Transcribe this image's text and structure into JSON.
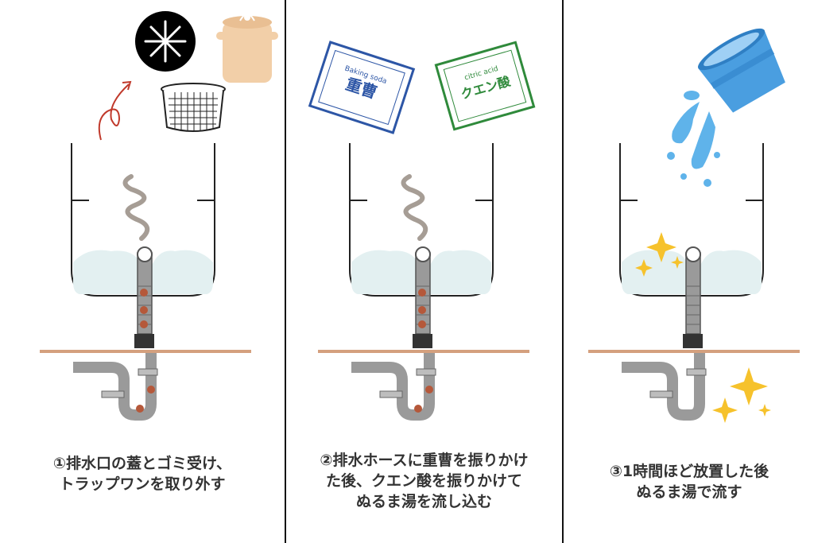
{
  "panels": [
    {
      "caption_lines": [
        "①排水口の蓋とゴミ受け、",
        "トラップワンを取り外す"
      ]
    },
    {
      "caption_lines": [
        "②排水ホースに重曹を振りかけ",
        "た後、クエン酸を振りかけて",
        "ぬるま湯を流し込む"
      ],
      "bag_labels": {
        "baking_soda": "重曹",
        "baking_soda_en": "Baking soda",
        "citric_acid": "クエン酸",
        "citric_acid_en": "citric acid"
      }
    },
    {
      "caption_lines": [
        "③1時間ほど放置した後",
        "ぬるま湯で流す"
      ]
    }
  ],
  "colors": {
    "divider": "#111111",
    "floor": "#d4a07e",
    "pipe": "#9a9a9a",
    "grime": "#b5583a",
    "water": "#e3f0f1",
    "smoke": "#a69d95",
    "lid": "#000000",
    "pot": "#f2cfa8",
    "arrow": "#c0392b",
    "bag_blue": "#2d56a6",
    "bag_green": "#2f8a3b",
    "bucket": "#4a9ee0",
    "splash": "#5fb3ea",
    "sparkle": "#f6c22c"
  }
}
